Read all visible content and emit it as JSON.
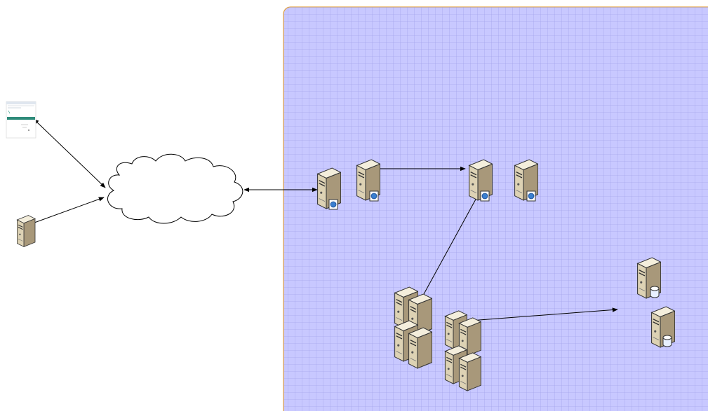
{
  "diagram": {
    "zone": {
      "fill": "#c8c8ff",
      "grid": "#8f8fdc",
      "border": "#e0a040"
    },
    "nodes": [
      {
        "id": "client-browser",
        "icon": "web-browser-screenshot-icon"
      },
      {
        "id": "remote-server",
        "icon": "server-tower-icon"
      },
      {
        "id": "internet",
        "icon": "cloud-icon"
      },
      {
        "id": "web-server-1",
        "icon": "web-server-icon"
      },
      {
        "id": "web-server-2",
        "icon": "web-server-icon"
      },
      {
        "id": "web-server-3",
        "icon": "web-server-icon"
      },
      {
        "id": "web-server-4",
        "icon": "web-server-icon"
      },
      {
        "id": "server-cluster-1",
        "icon": "server-cluster-icon"
      },
      {
        "id": "server-cluster-2",
        "icon": "server-cluster-icon"
      },
      {
        "id": "database-server-1",
        "icon": "database-server-icon"
      },
      {
        "id": "database-server-2",
        "icon": "database-server-icon"
      }
    ],
    "edges": [
      {
        "from": "client-browser",
        "to": "internet",
        "arrows": "both"
      },
      {
        "from": "remote-server",
        "to": "internet",
        "arrows": "both"
      },
      {
        "from": "internet",
        "to": "web-server-1",
        "arrows": "both"
      },
      {
        "from": "web-server-2",
        "to": "web-server-3",
        "arrows": "both"
      },
      {
        "from": "server-cluster-1",
        "to": "web-server-3",
        "arrows": "end"
      },
      {
        "from": "server-cluster-2",
        "to": "database-server-1",
        "arrows": "end"
      }
    ]
  }
}
